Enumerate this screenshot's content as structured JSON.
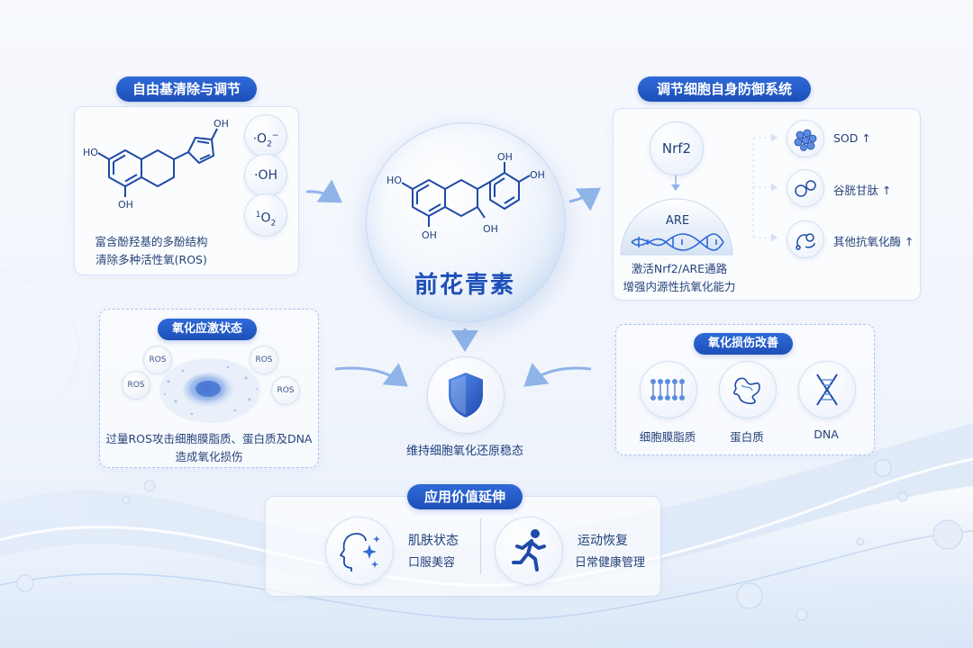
{
  "center": {
    "title": "前花青素"
  },
  "free_radical": {
    "title": "自由基清除与调节",
    "species": [
      {
        "label": "·O",
        "sub": "2",
        "sup": "−"
      },
      {
        "label": "·OH",
        "sub": "",
        "sup": ""
      },
      {
        "pre": "1",
        "label": "O",
        "sub": "2"
      }
    ],
    "caption_line1": "富含酚羟基的多酚结构",
    "caption_line2": "清除多种活性氧(ROS)"
  },
  "defense": {
    "title": "调节细胞自身防御系统",
    "nrf2": "Nrf2",
    "are": "ARE",
    "outputs": [
      {
        "label": "SOD",
        "arrow": "↑",
        "icon": "molecule-cluster-icon"
      },
      {
        "label": "谷胱甘肽",
        "arrow": "↑",
        "icon": "molecule-ring-icon"
      },
      {
        "label": "其他抗氧化酶",
        "arrow": "↑",
        "icon": "enzyme-icon"
      }
    ],
    "caption_line1": "激活Nrf2/ARE通路",
    "caption_line2": "增强内源性抗氧化能力"
  },
  "stress": {
    "title": "氧化应激状态",
    "ros_label": "ROS",
    "caption_line1": "过量ROS攻击细胞膜脂质、蛋白质及DNA",
    "caption_line2": "造成氧化损伤"
  },
  "homeostasis": {
    "label": "维持细胞氧化还原稳态"
  },
  "damage": {
    "title": "氧化损伤改善",
    "items": [
      {
        "label": "细胞膜脂质",
        "icon": "cell-membrane-icon"
      },
      {
        "label": "蛋白质",
        "icon": "protein-icon"
      },
      {
        "label": "DNA",
        "icon": "dna-icon"
      }
    ]
  },
  "application": {
    "title": "应用价值延伸",
    "items": [
      {
        "line1": "肌肤状态",
        "line2": "口服美容",
        "icon": "face-sparkle-icon"
      },
      {
        "line1": "运动恢复",
        "line2": "日常健康管理",
        "icon": "runner-icon"
      }
    ]
  },
  "molecule_labels": {
    "oh": "OH",
    "ho": "HO"
  },
  "colors": {
    "primary": "#1d4fb8",
    "accent": "#2f6ad8",
    "text": "#1f3f7a",
    "light_blue": "#8fb4e8"
  }
}
